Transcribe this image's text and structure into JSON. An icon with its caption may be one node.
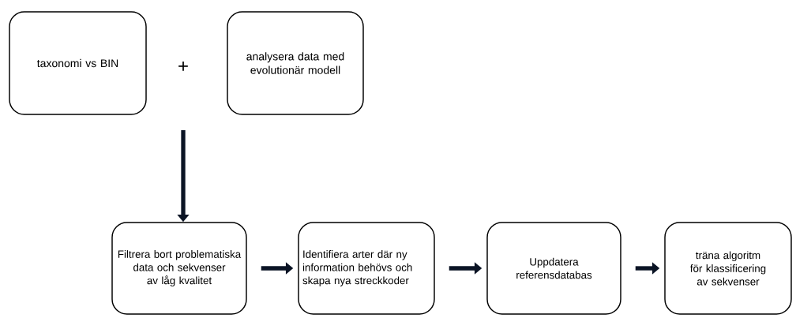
{
  "diagram": {
    "nodes": [
      {
        "text": [
          "taxonomi vs BIN"
        ]
      },
      {
        "text": [
          "analysera data med evolutionär modell"
        ]
      },
      {
        "text": [
          "Filtrera bort problematiska data och sekvenser av låg kvalitet"
        ]
      },
      {
        "text": [
          "Identifiera arter där ny information behövs och skapa nya streckkoder"
        ]
      },
      {
        "text": [
          "Uppdatera referensdatabas"
        ]
      },
      {
        "text": [
          "träna algoritm för klassificering av sekvenser"
        ]
      }
    ],
    "edges": [
      {
        "from": null,
        "to": 2,
        "arrow": "to"
      },
      {
        "from": 2,
        "to": 3,
        "arrow": "to"
      },
      {
        "from": 3,
        "to": 4,
        "arrow": "to"
      },
      {
        "from": 4,
        "to": 5,
        "arrow": "to"
      }
    ],
    "labels": [
      "+"
    ]
  }
}
